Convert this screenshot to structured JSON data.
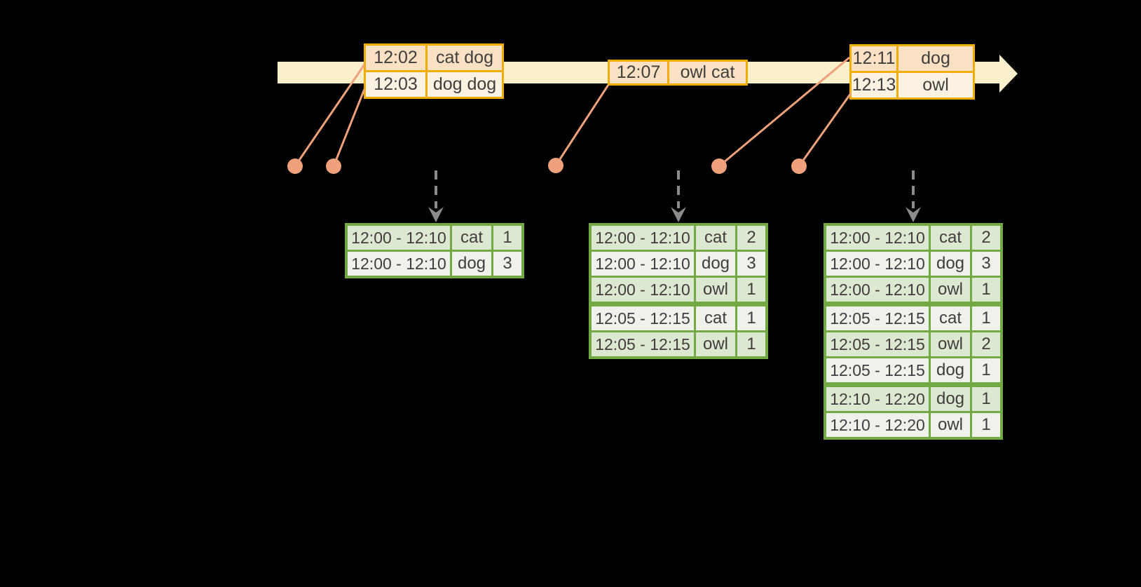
{
  "colors": {
    "background": "#000000",
    "timeline_band": "#FAF0CB",
    "event_table_border": "#F0AD00",
    "event_row_dark": "#FAE1C4",
    "event_row_light": "#FCF2E2",
    "connector_salmon": "#EEA17B",
    "trigger_gray": "#8C8C8C",
    "result_table_border": "#73A942",
    "result_row_dark": "#DDE8D2",
    "result_row_light": "#EEF2EA",
    "text": "#3E3E3E"
  },
  "icons": {
    "timeline_arrowhead": "arrow-right-solid",
    "trigger_arrow": "arrow-down-dashed",
    "event_marker": "dot"
  },
  "event_tables": [
    {
      "rows": [
        {
          "time": "12:02",
          "words": "cat dog"
        },
        {
          "time": "12:03",
          "words": "dog dog"
        }
      ]
    },
    {
      "rows": [
        {
          "time": "12:07",
          "words": "owl cat"
        }
      ]
    },
    {
      "rows": [
        {
          "time": "12:11",
          "words": "dog"
        },
        {
          "time": "12:13",
          "words": "owl"
        }
      ]
    }
  ],
  "result_tables": [
    {
      "rows": [
        {
          "window": "12:00 - 12:10",
          "word": "cat",
          "count": "1"
        },
        {
          "window": "12:00 - 12:10",
          "word": "dog",
          "count": "3"
        }
      ]
    },
    {
      "rows": [
        {
          "window": "12:00 - 12:10",
          "word": "cat",
          "count": "2"
        },
        {
          "window": "12:00 - 12:10",
          "word": "dog",
          "count": "3"
        },
        {
          "window": "12:00 - 12:10",
          "word": "owl",
          "count": "1"
        },
        {
          "window": "12:05 - 12:15",
          "word": "cat",
          "count": "1"
        },
        {
          "window": "12:05 - 12:15",
          "word": "owl",
          "count": "1"
        }
      ]
    },
    {
      "rows": [
        {
          "window": "12:00 - 12:10",
          "word": "cat",
          "count": "2"
        },
        {
          "window": "12:00 - 12:10",
          "word": "dog",
          "count": "3"
        },
        {
          "window": "12:00 - 12:10",
          "word": "owl",
          "count": "1"
        },
        {
          "window": "12:05 - 12:15",
          "word": "cat",
          "count": "1"
        },
        {
          "window": "12:05 - 12:15",
          "word": "owl",
          "count": "2"
        },
        {
          "window": "12:05 - 12:15",
          "word": "dog",
          "count": "1"
        },
        {
          "window": "12:10 - 12:20",
          "word": "dog",
          "count": "1"
        },
        {
          "window": "12:10 - 12:20",
          "word": "owl",
          "count": "1"
        }
      ]
    }
  ]
}
